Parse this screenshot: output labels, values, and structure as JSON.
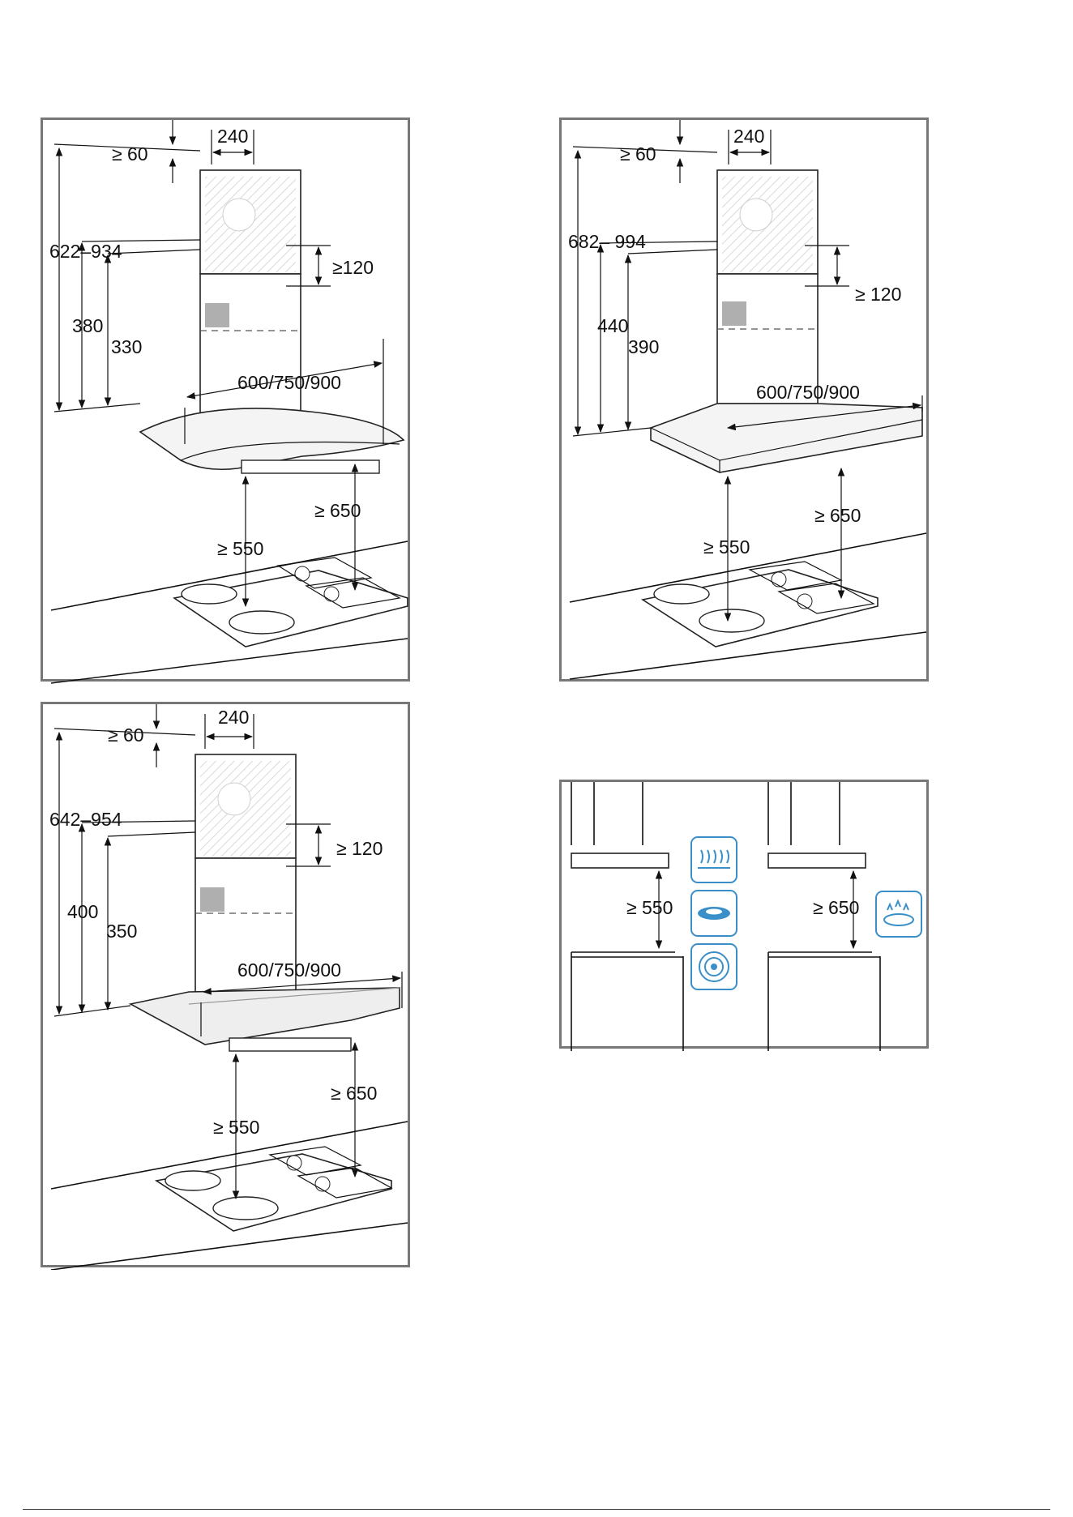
{
  "panels": {
    "curved_glass": {
      "width": "240",
      "top_clear": "≥ 60",
      "duct_range": "622–934",
      "h_outer": "380",
      "h_inner": "330",
      "overlap": "≥120",
      "hood_width": "600/750/900",
      "clear_electric": "≥ 550",
      "clear_gas": "≥ 650"
    },
    "box": {
      "width": "240",
      "top_clear": "≥ 60",
      "duct_range": "682– 994",
      "h_outer": "440",
      "h_inner": "390",
      "overlap": "≥ 120",
      "hood_width": "600/750/900",
      "clear_electric": "≥ 550",
      "clear_gas": "≥ 650"
    },
    "flat_glass": {
      "width": "240",
      "top_clear": "≥ 60",
      "duct_range": "642–954",
      "h_outer": "400",
      "h_inner": "350",
      "overlap": "≥ 120",
      "hood_width": "600/750/900",
      "clear_electric": "≥ 550",
      "clear_gas": "≥ 650"
    },
    "cooktop_clearance": {
      "electric_label": "≥ 550",
      "gas_label": "≥ 650",
      "icon_color": "#3a8fc8"
    }
  }
}
